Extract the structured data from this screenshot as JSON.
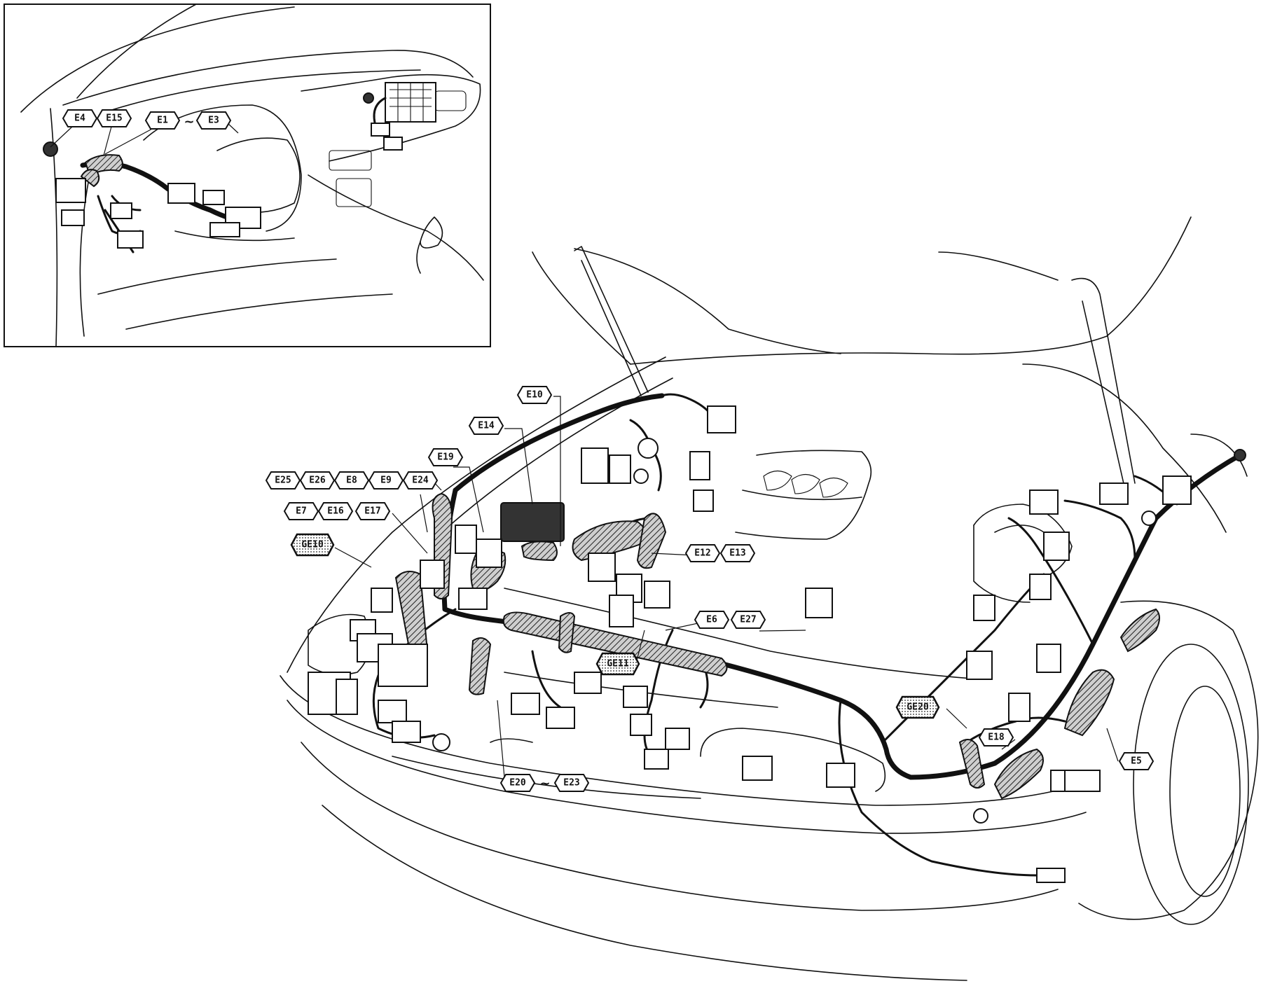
{
  "labels": {
    "e4": "E4",
    "e15": "E15",
    "e1": "E1",
    "e3": "E3",
    "range_sep": "~",
    "e10": "E10",
    "e14": "E14",
    "e19": "E19",
    "e25": "E25",
    "e26": "E26",
    "e8": "E8",
    "e9": "E9",
    "e24": "E24",
    "e7": "E7",
    "e16": "E16",
    "e17": "E17",
    "ge10": "GE10",
    "e12": "E12",
    "e13": "E13",
    "e6": "E6",
    "e27": "E27",
    "ge11": "GE11",
    "e20": "E20",
    "e23": "E23",
    "ge20": "GE20",
    "e18": "E18",
    "e5": "E5"
  },
  "colors": {
    "ink": "#111111",
    "paper": "#ffffff"
  },
  "icons": {
    "ground_label_style": "dotted-hexagon"
  }
}
